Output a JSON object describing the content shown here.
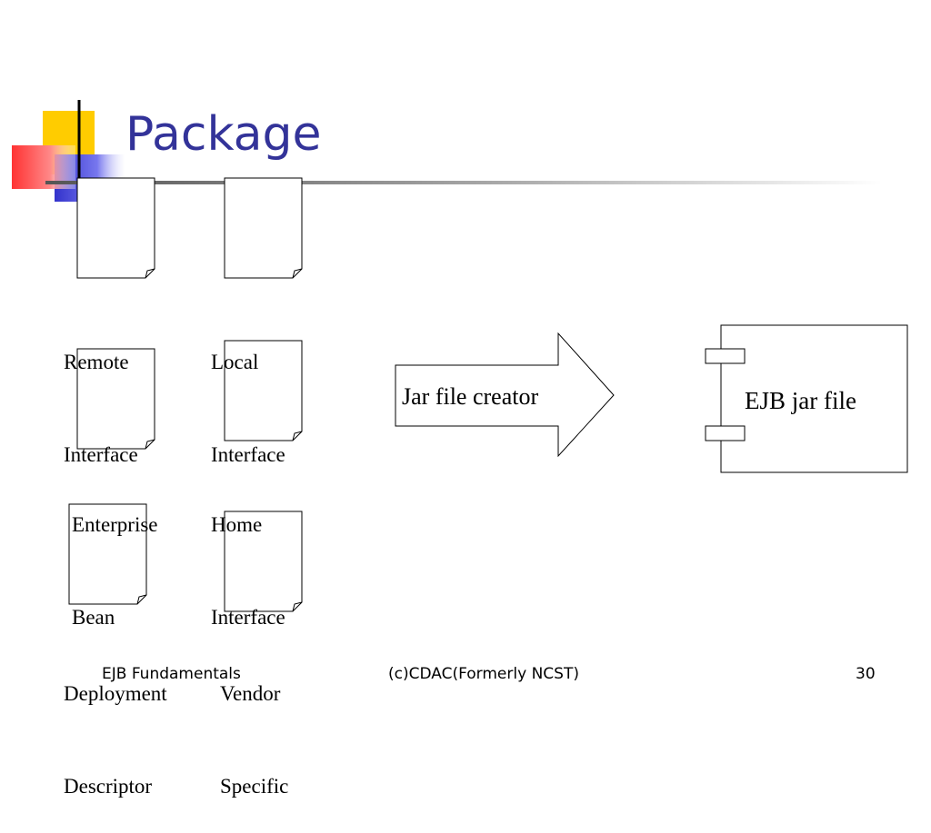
{
  "slide": {
    "title": "Package",
    "colors": {
      "title": "#333399",
      "logo_yellow": "#ffcc00",
      "logo_red": "#ff3333",
      "logo_blue": "#3333cc"
    }
  },
  "diagram": {
    "documents": [
      {
        "label_line1": "Remote",
        "label_line2": "Interface"
      },
      {
        "label_line1": "Local",
        "label_line2": "Interface"
      },
      {
        "label_line1": "Enterprise",
        "label_line2": "Bean"
      },
      {
        "label_line1": "Home",
        "label_line2": "Interface"
      },
      {
        "label_line1": "Deployment",
        "label_line2": "Descriptor"
      },
      {
        "label_line1": "Vendor",
        "label_line2": "Specific"
      }
    ],
    "arrow_label": "Jar file creator",
    "jar_label": "EJB jar file"
  },
  "footer": {
    "left": "EJB Fundamentals",
    "center": "(c)CDAC(Formerly NCST)",
    "page": "30"
  }
}
